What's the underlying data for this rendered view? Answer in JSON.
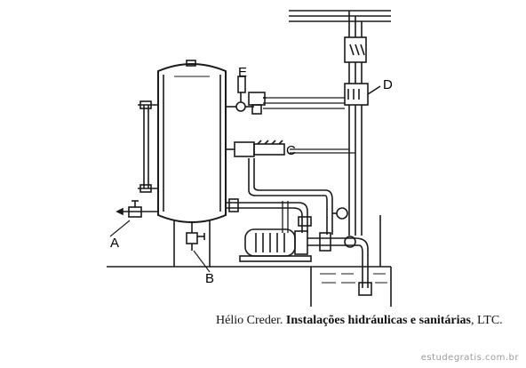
{
  "labels": {
    "a": "A",
    "b": "B",
    "c": "C",
    "d": "D",
    "e": "E"
  },
  "caption": {
    "author": "Hélio Creder.",
    "title": "Instalações hidráulicas e sanitárias",
    "publisher": ", LTC."
  },
  "watermark": "estudegratis.com.br",
  "colors": {
    "line": "#1a1a1a",
    "background": "#ffffff",
    "watermark": "#9a9a9a"
  }
}
